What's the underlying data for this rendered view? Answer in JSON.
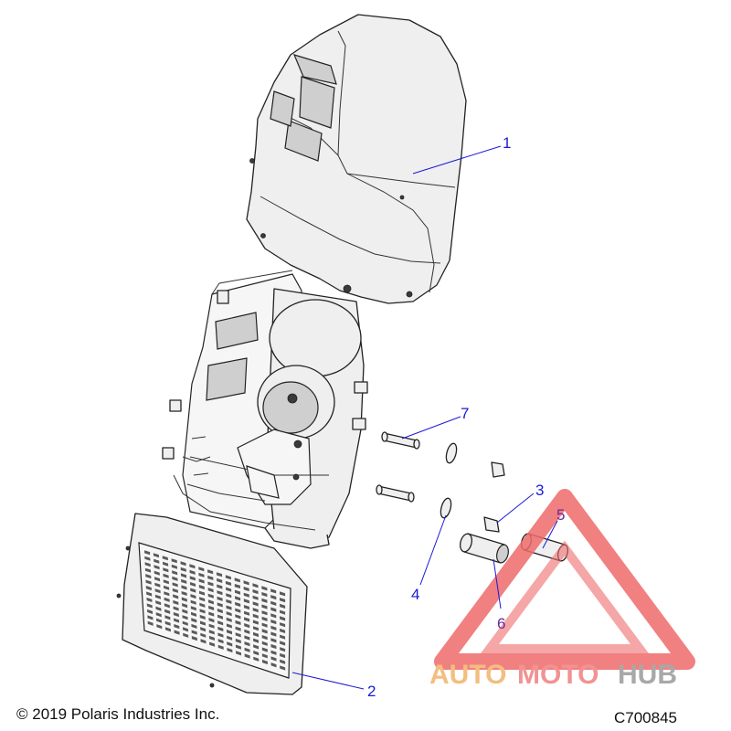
{
  "callouts": [
    {
      "label": "1"
    },
    {
      "label": "2"
    },
    {
      "label": "3"
    },
    {
      "label": "4"
    },
    {
      "label": "5"
    },
    {
      "label": "6"
    },
    {
      "label": "7"
    }
  ],
  "footer": {
    "copyright": "© 2019 Polaris Industries Inc.",
    "drawing_id": "C700845"
  },
  "watermark": {
    "part1": "AUTO",
    "part2": "MOTO",
    "part3": "HUB",
    "colors": {
      "auto": "#f2b36a",
      "moto": "#f08080",
      "hub": "#9a9a9a",
      "triangle": "#ef6b6b"
    }
  }
}
